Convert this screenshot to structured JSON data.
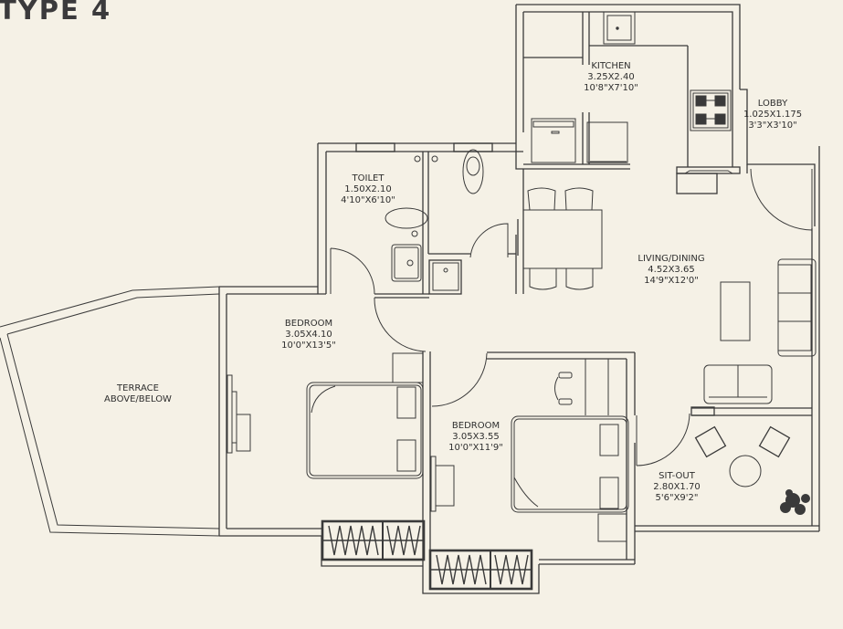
{
  "header": {
    "title": "TYPE 4"
  },
  "colors": {
    "background": "#f5f1e6",
    "line": "#3a3a3a",
    "text": "#2e2e2e"
  },
  "rooms": {
    "kitchen": {
      "name": "KITCHEN",
      "metric": "3.25X2.40",
      "imperial": "10'8\"X7'10\""
    },
    "lobby": {
      "name": "LOBBY",
      "metric": "1.025X1.175",
      "imperial": "3'3\"X3'10\""
    },
    "toilet": {
      "name": "TOILET",
      "metric": "1.50X2.10",
      "imperial": "4'10\"X6'10\""
    },
    "living": {
      "name": "LIVING/DINING",
      "metric": "4.52X3.65",
      "imperial": "14'9\"X12'0\""
    },
    "bedroom1": {
      "name": "BEDROOM",
      "metric": "3.05X4.10",
      "imperial": "10'0\"X13'5\""
    },
    "bedroom2": {
      "name": "BEDROOM",
      "metric": "3.05X3.55",
      "imperial": "10'0\"X11'9\""
    },
    "sitout": {
      "name": "SIT-OUT",
      "metric": "2.80X1.70",
      "imperial": "5'6\"X9'2\""
    },
    "terrace": {
      "line1": "TERRACE",
      "line2": "ABOVE/BELOW"
    }
  }
}
